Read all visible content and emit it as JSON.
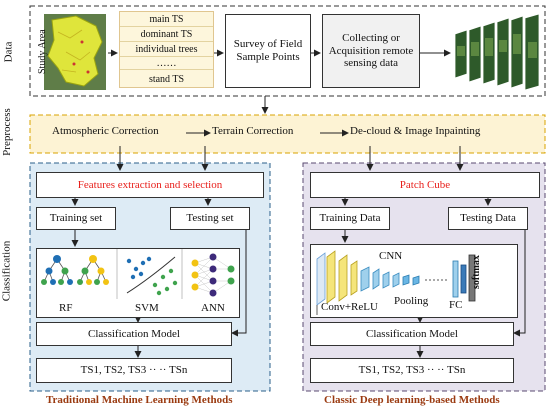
{
  "sections": {
    "data": "Data",
    "preprocess": "Preprocess",
    "classification": "Classification"
  },
  "data_row": {
    "study_area": "Study Area",
    "ts_types": [
      "main TS",
      "dominant TS",
      "individual trees",
      "……",
      "stand TS"
    ],
    "survey": "Survey of Field Sample Points",
    "remote": "Collecting or Acquisition remote sensing data"
  },
  "preprocess": {
    "step1": "Atmospheric Correction",
    "step2": "Terrain Correction",
    "step3": "De-cloud & Image Inpainting"
  },
  "left": {
    "features": "Features extraction and selection",
    "training": "Training set",
    "testing": "Testing set",
    "rf": "RF",
    "svm": "SVM",
    "ann": "ANN",
    "model": "Classification Model",
    "results": "TS1,  TS2,   TS3   ·· ··   TSn",
    "title": "Traditional Machine Learning Methods"
  },
  "right": {
    "patch": "Patch Cube",
    "training": "Training Data",
    "testing": "Testing Data",
    "cnn": "CNN",
    "conv": "Conv+ReLU",
    "pooling": "Pooling",
    "fc": "FC",
    "softmax": "softmax",
    "model": "Classification Model",
    "results": "TS1,  TS2,   TS3   ·· ··   TSn",
    "title": "Classic Deep learning-based Methods"
  },
  "colors": {
    "accent_red": "#e8201c",
    "title_brown": "#9a3a10",
    "preprocess_bg": "#fdf3d4",
    "left_bg": "#ddebf5",
    "right_bg": "#e6e2ee",
    "ts_box_bg": "#fdf6dc"
  }
}
